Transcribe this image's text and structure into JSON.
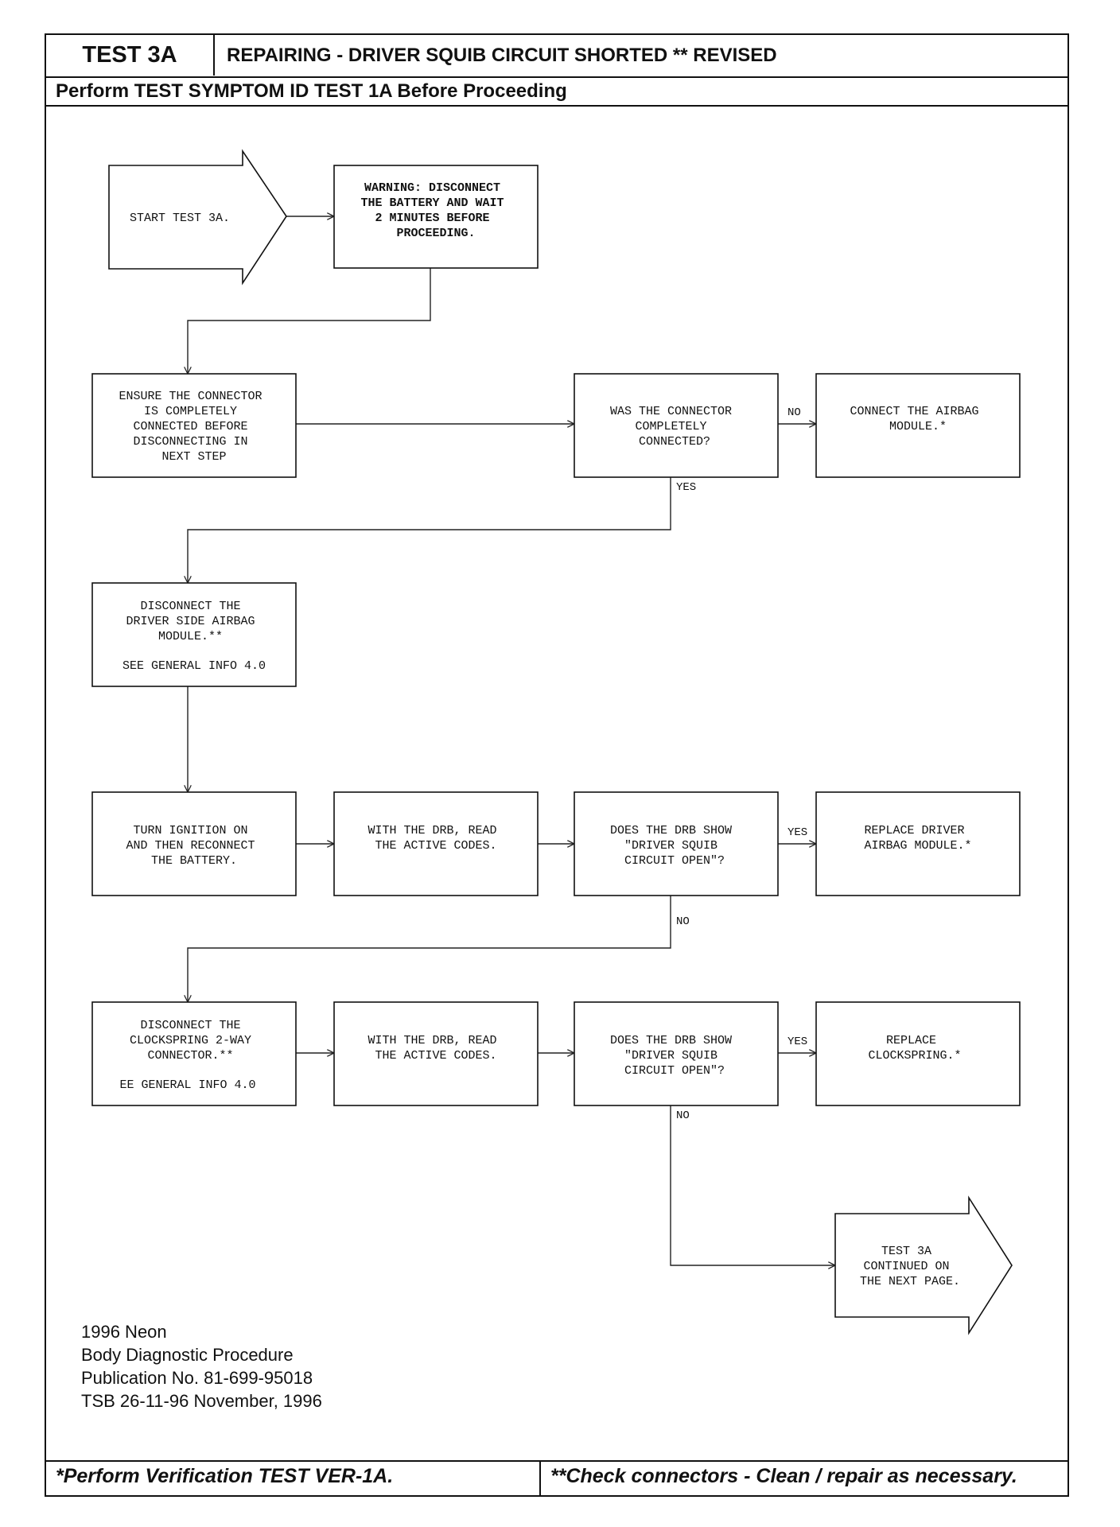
{
  "header": {
    "test_id": "TEST 3A",
    "title": "REPAIRING - DRIVER SQUIB CIRCUIT SHORTED ** REVISED",
    "subtitle": "Perform TEST SYMPTOM ID TEST 1A Before Proceeding"
  },
  "nodes": {
    "start": [
      "START TEST 3A."
    ],
    "warning": [
      "WARNING: DISCONNECT",
      "THE BATTERY AND WAIT",
      "2 MINUTES BEFORE",
      "PROCEEDING."
    ],
    "ensure": [
      "ENSURE THE CONNECTOR",
      "IS COMPLETELY",
      "CONNECTED BEFORE",
      "DISCONNECTING IN",
      "NEXT STEP"
    ],
    "was_connected": [
      "WAS THE CONNECTOR",
      "COMPLETELY",
      "CONNECTED?"
    ],
    "connect_airbag": [
      "CONNECT THE AIRBAG",
      "MODULE.*"
    ],
    "disconnect_module": [
      "DISCONNECT THE",
      "DRIVER SIDE AIRBAG",
      "MODULE.**",
      "",
      "SEE GENERAL INFO 4.0"
    ],
    "turn_ignition": [
      "TURN IGNITION ON",
      "AND THEN RECONNECT",
      "THE BATTERY."
    ],
    "read_codes_1": [
      "WITH THE DRB, READ",
      "THE ACTIVE CODES."
    ],
    "drb_show_1": [
      "DOES THE DRB SHOW",
      "\"DRIVER SQUIB",
      "CIRCUIT OPEN\"?"
    ],
    "replace_module": [
      "REPLACE DRIVER",
      "AIRBAG MODULE.*"
    ],
    "disconnect_clockspring": [
      "DISCONNECT THE",
      "CLOCKSPRING 2-WAY",
      "CONNECTOR.**",
      "",
      "EE GENERAL INFO 4.0"
    ],
    "read_codes_2": [
      "WITH THE DRB, READ",
      "THE ACTIVE CODES."
    ],
    "drb_show_2": [
      "DOES THE DRB SHOW",
      "\"DRIVER SQUIB",
      "CIRCUIT OPEN\"?"
    ],
    "replace_clockspring": [
      "REPLACE",
      "CLOCKSPRING.*"
    ],
    "continued": [
      "TEST 3A",
      "CONTINUED ON",
      "THE NEXT PAGE."
    ]
  },
  "edge_labels": {
    "no_1": "NO",
    "yes_1": "YES",
    "yes_2": "YES",
    "no_2": "NO",
    "yes_3": "YES",
    "no_3": "NO"
  },
  "info": {
    "line1": "1996 Neon",
    "line2": "Body Diagnostic Procedure",
    "line3": "Publication No. 81-699-95018",
    "line4": "TSB 26-11-96   November, 1996"
  },
  "footer": {
    "left": "*Perform Verification TEST VER-1A.",
    "right": "**Check connectors - Clean / repair as necessary."
  }
}
